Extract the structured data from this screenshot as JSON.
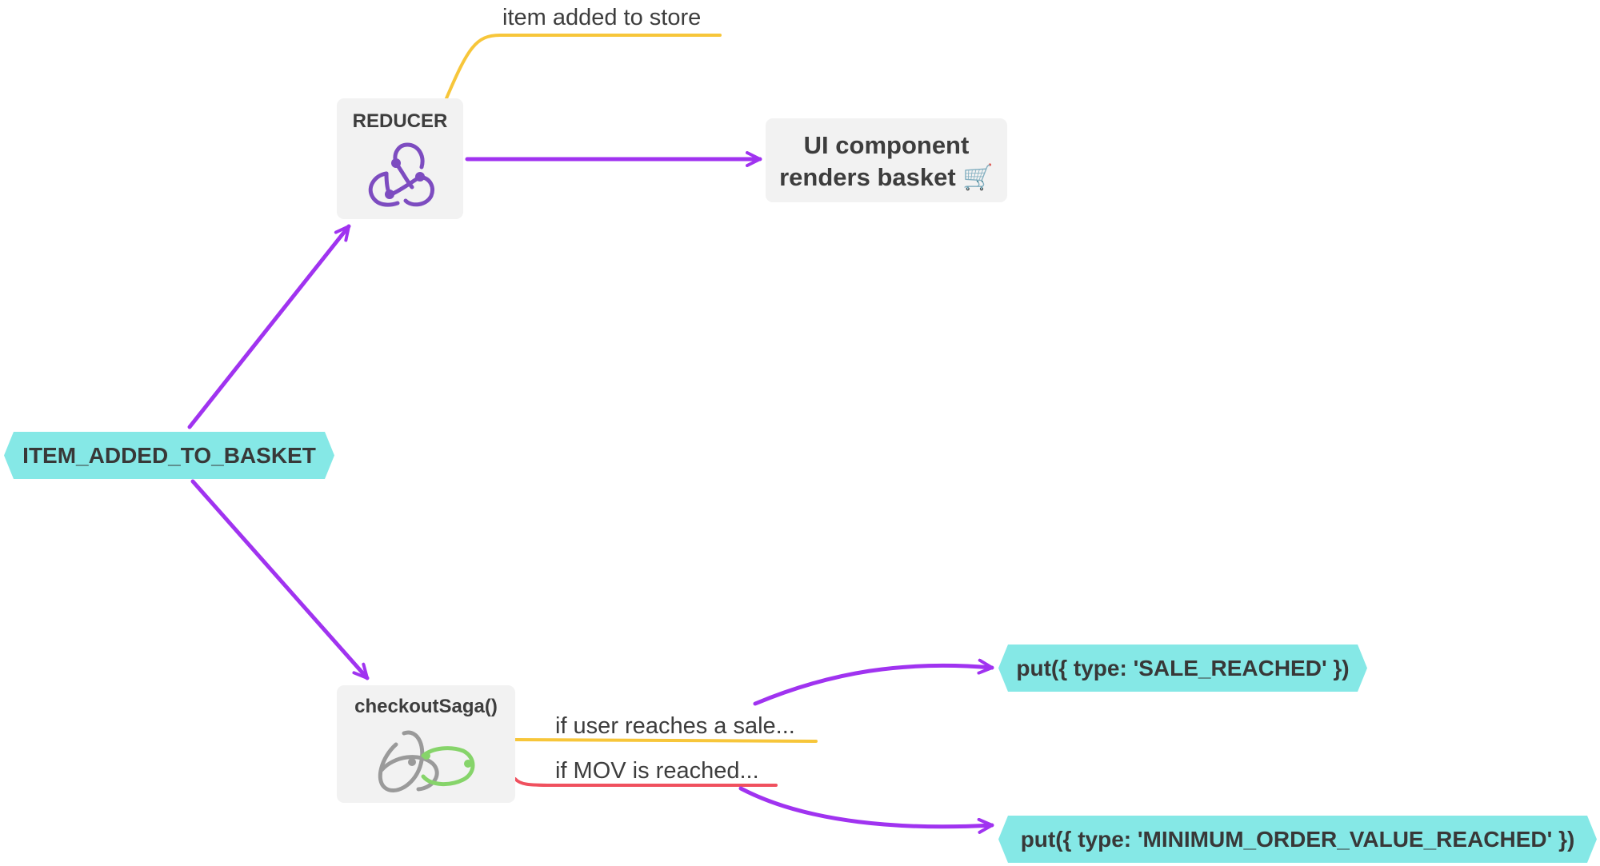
{
  "event": {
    "label": "ITEM_ADDED_TO_BASKET"
  },
  "reducer": {
    "label": "REDUCER",
    "icon": "redux-icon"
  },
  "ui_component": {
    "line1": "UI component",
    "line2": "renders basket 🛒"
  },
  "saga": {
    "label": "checkoutSaga()",
    "icon": "redux-saga-icon"
  },
  "labels": {
    "store": "item added to store",
    "sale": "if user reaches a sale...",
    "mov": "if MOV is reached..."
  },
  "actions": {
    "sale": "put({ type: 'SALE_REACHED' })",
    "mov": "put({ type: 'MINIMUM_ORDER_VALUE_REACHED' })"
  },
  "colors": {
    "arrow": "#a033f0",
    "yellow": "#f7c63a",
    "red": "#f0505e",
    "action_fill": "#85e8e6",
    "box_fill": "#f2f2f2",
    "redux_purple": "#7d4cc0",
    "saga_green": "#86d46a",
    "saga_gray": "#9a9a9a"
  }
}
